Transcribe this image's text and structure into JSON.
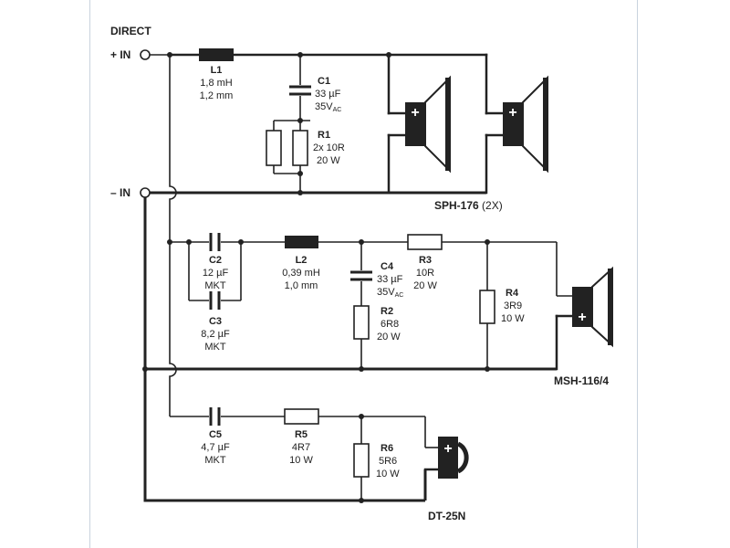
{
  "inputs": {
    "header": "DIRECT",
    "plus_in": "+ IN",
    "minus_in": "– IN"
  },
  "components": {
    "L1": {
      "name": "L1",
      "v1": "1,8 mH",
      "v2": "1,2 mm"
    },
    "C1": {
      "name": "C1",
      "v1": "33 µF",
      "v2_main": "35V",
      "v2_sub": "AC"
    },
    "R1": {
      "name": "R1",
      "v1": "2x 10R",
      "v2": "20 W"
    },
    "C2": {
      "name": "C2",
      "v1": "12 µF",
      "v2": "MKT"
    },
    "C3": {
      "name": "C3",
      "v1": "8,2 µF",
      "v2": "MKT"
    },
    "L2": {
      "name": "L2",
      "v1": "0,39 mH",
      "v2": "1,0 mm"
    },
    "C4": {
      "name": "C4",
      "v1": "33 µF",
      "v2_main": "35V",
      "v2_sub": "AC"
    },
    "R2": {
      "name": "R2",
      "v1": "6R8",
      "v2": "20 W"
    },
    "R3": {
      "name": "R3",
      "v1": "10R",
      "v2": "20 W"
    },
    "R4": {
      "name": "R4",
      "v1": "3R9",
      "v2": "10 W"
    },
    "C5": {
      "name": "C5",
      "v1": "4,7 µF",
      "v2": "MKT"
    },
    "R5": {
      "name": "R5",
      "v1": "4R7",
      "v2": "10 W"
    },
    "R6": {
      "name": "R6",
      "v1": "5R6",
      "v2": "10 W"
    }
  },
  "speakers": {
    "woofer": {
      "model": "SPH-176",
      "qty": "(2X)"
    },
    "mid": {
      "model": "MSH-116/4"
    },
    "tweeter": {
      "model": "DT-25N"
    },
    "polarity_mark": "+"
  }
}
